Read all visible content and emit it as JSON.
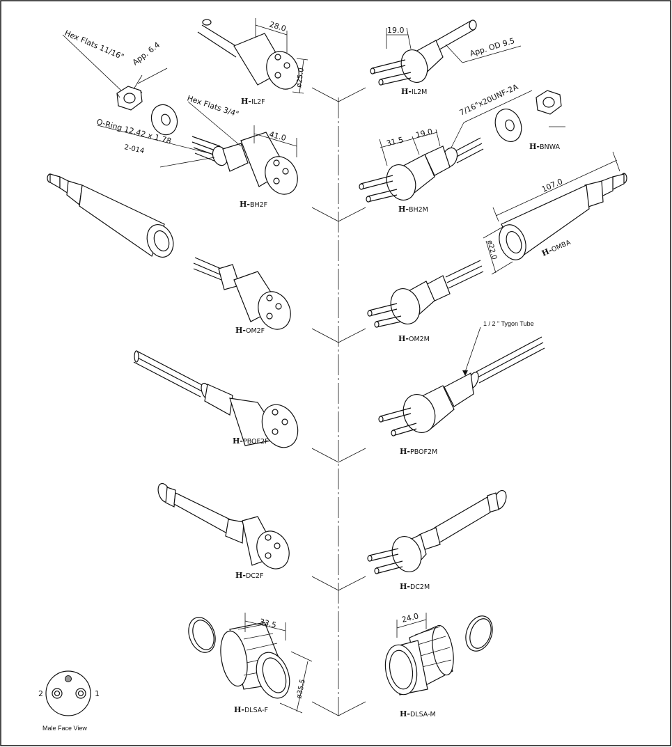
{
  "dimensions": {
    "il2f_length": "28.0",
    "il2f_diameter": "ø25.0",
    "il2m_length": "19.0",
    "il2m_od": "App. OD 9.5",
    "hex_flats_nut": "Hex Flats 11/16\"",
    "app_64": "App. 6.4",
    "hex_flats_bh": "Hex Flats 3/4\"",
    "bh2f_length": "41.0",
    "o_ring": "O-Ring 12.42 x 1.78",
    "o_ring_code": "2-014",
    "bh2m_a": "31.5",
    "bh2m_b": "19.0",
    "thread": "7/16\"x20UNF-2A",
    "omba_length": "107.0",
    "omba_diameter": "ø22.0",
    "tygon": "1 / 2 \" Tygon Tube",
    "dlsaf_length": "33.5",
    "dlsaf_diameter": "ø35.5",
    "dlsam_length": "24.0"
  },
  "parts": {
    "il2f": {
      "prefix": "H-",
      "name": "IL2F"
    },
    "il2m": {
      "prefix": "H-",
      "name": "IL2M"
    },
    "bnwa": {
      "prefix": "H-",
      "name": "BNWA"
    },
    "bh2f": {
      "prefix": "H-",
      "name": "BH2F"
    },
    "bh2m": {
      "prefix": "H-",
      "name": "BH2M"
    },
    "omba": {
      "prefix": "H-",
      "name": "OMBA"
    },
    "om2f": {
      "prefix": "H-",
      "name": "OM2F"
    },
    "om2m": {
      "prefix": "H-",
      "name": "OM2M"
    },
    "pbof2f": {
      "prefix": "H-",
      "name": "PBOF2F"
    },
    "pbof2m": {
      "prefix": "H-",
      "name": "PBOF2M"
    },
    "dc2f": {
      "prefix": "H-",
      "name": "DC2F"
    },
    "dc2m": {
      "prefix": "H-",
      "name": "DC2M"
    },
    "dlsaf": {
      "prefix": "H-",
      "name": "DLSA-F"
    },
    "dlsam": {
      "prefix": "H-",
      "name": "DLSA-M"
    }
  },
  "face_view": {
    "title": "Male Face View",
    "pin_left": "2",
    "pin_right": "1"
  }
}
